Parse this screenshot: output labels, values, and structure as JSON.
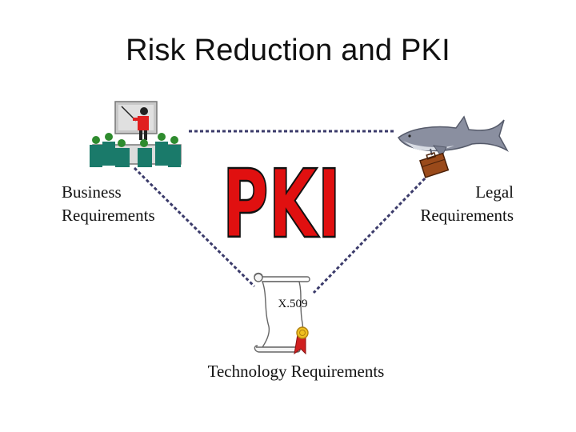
{
  "slide": {
    "title": "Risk Reduction and PKI"
  },
  "center_mark": {
    "text": "PKI",
    "fill_color": "#e01010",
    "outline_color": "#111111"
  },
  "nodes": {
    "business": {
      "label_line1": "Business",
      "label_line2": "Requirements",
      "icon": "meeting-presentation-icon"
    },
    "legal": {
      "label_line1": "Legal",
      "label_line2": "Requirements",
      "icon": "shark-with-briefcase-icon"
    },
    "technology": {
      "label": "Technology Requirements",
      "icon": "certificate-scroll-icon",
      "scroll_text": "X.509"
    }
  },
  "colors": {
    "connector": "#3a3a6a",
    "presenter_shirt": "#e02020",
    "audience": "#1a7a6a",
    "audience_heads": "#2e8b2e",
    "shark": "#8a8fa0",
    "briefcase": "#9a4a1a",
    "seal": "#f0c020",
    "ribbon": "#d02020"
  }
}
